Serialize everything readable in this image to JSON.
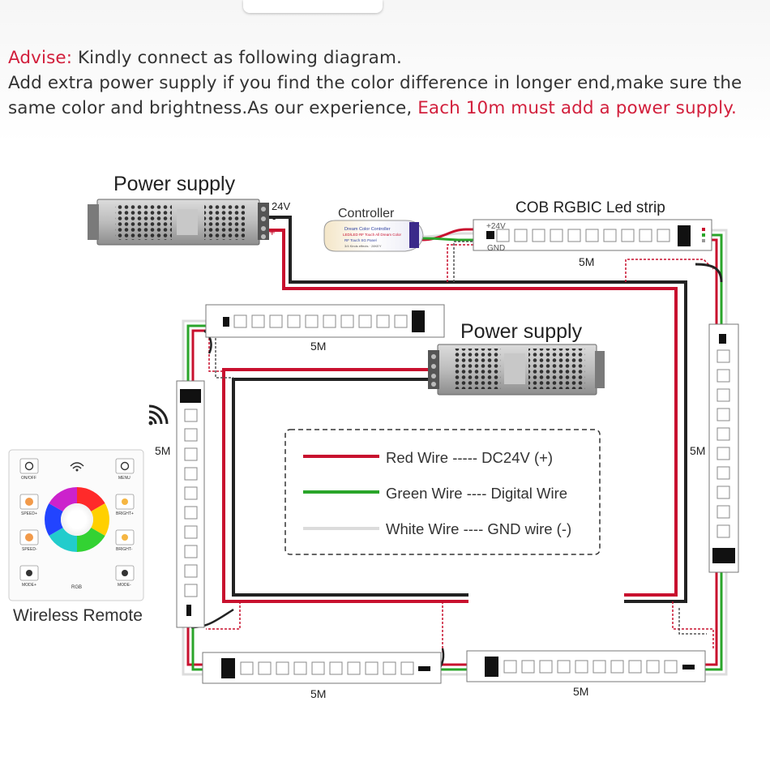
{
  "advise": {
    "label": "Advise:",
    "line1": "Kindly connect as following diagram.",
    "line2": "Add extra power supply if you find the color difference in longer end,make sure the",
    "line3a": "same color and brightness.As our experience, ",
    "line3b": "Each 10m must add a power supply."
  },
  "labels": {
    "power_supply_1": "Power supply",
    "power_supply_2": "Power supply",
    "controller": "Controller",
    "strip_title": "COB RGBIC Led strip",
    "v24": "24V",
    "minus": "-",
    "plus": "+",
    "plus24v": "+24V",
    "gnd": "GND",
    "wireless_remote": "Wireless Remote",
    "len_top": "5M",
    "len_upper_left": "5M",
    "len_left": "5M",
    "len_right": "5M",
    "len_bottom_left": "5M",
    "len_bottom_right": "5M"
  },
  "controller_lines": [
    "Dream Color Controller",
    "LED/LED RF Touch All Dream Color",
    "RF Touch SG Panel",
    "3/4 Kinds effects · 28KEY"
  ],
  "remote": {
    "buttons": [
      "ON/OFF",
      "MENU",
      "SPEED+",
      "BRIGHT+",
      "SPEED-",
      "BRIGHT-",
      "MODE+",
      "MODE-"
    ],
    "wheel_label": "RGB"
  },
  "legend": {
    "red": "Red Wire ----- DC24V (+)",
    "green": "Green Wire ---- Digital Wire",
    "white": "White Wire ---- GND wire (-)"
  },
  "colors": {
    "red_wire": "#c8102e",
    "green_wire": "#2aa52a",
    "white_wire": "#dcdcdc",
    "black_wire": "#222222",
    "accent_text": "#d21f3c"
  }
}
